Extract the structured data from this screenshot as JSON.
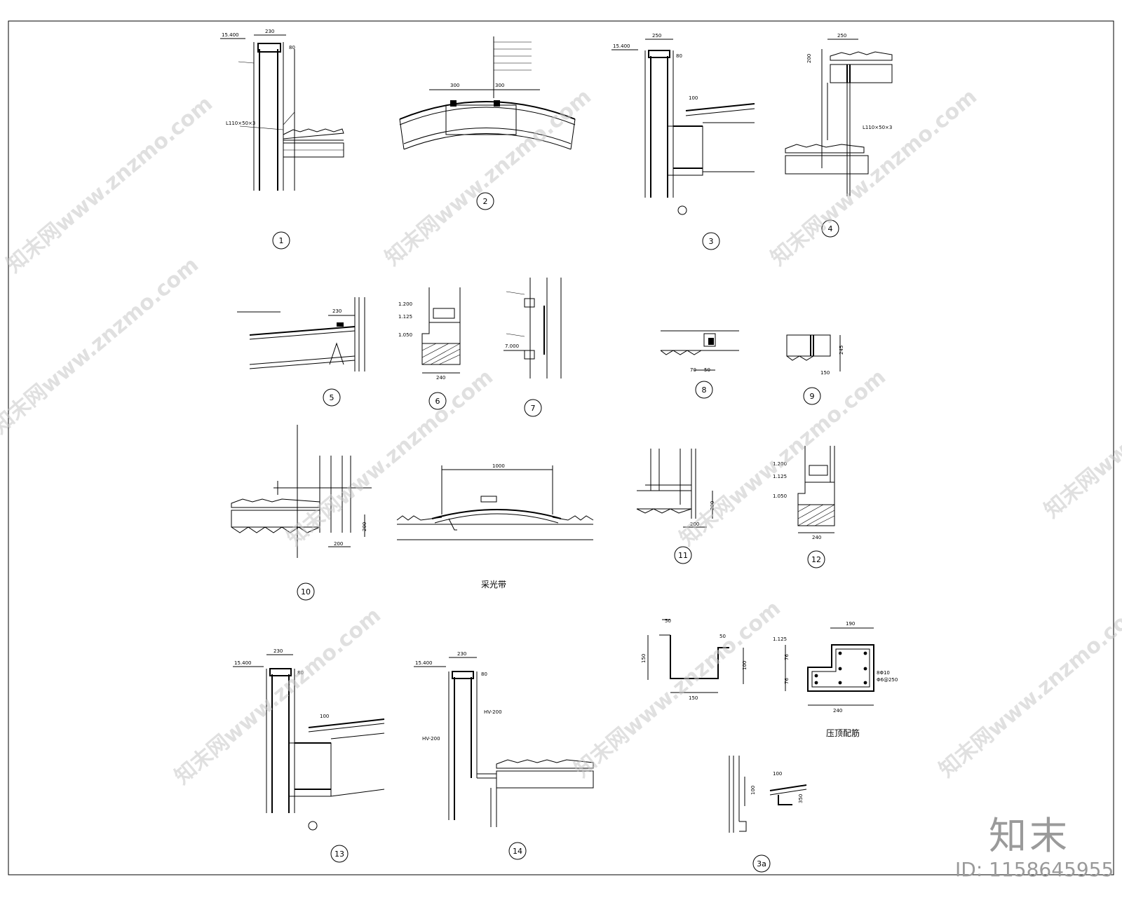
{
  "watermark": {
    "site": "知末网www.znzmo.com",
    "brand": "知末",
    "id_label": "ID: 1158645955"
  },
  "details": [
    {
      "id": "d1",
      "no": "1",
      "texts": [
        "15.400",
        "230",
        "80",
        "L110×50×3"
      ]
    },
    {
      "id": "d2",
      "no": "2",
      "texts": [
        "300",
        "300"
      ]
    },
    {
      "id": "d3",
      "no": "3",
      "texts": [
        "15.400",
        "250",
        "80",
        "100"
      ]
    },
    {
      "id": "d4",
      "no": "4",
      "texts": [
        "250",
        "200",
        "L110×50×3"
      ]
    },
    {
      "id": "d5",
      "no": "5",
      "texts": [
        "230"
      ]
    },
    {
      "id": "d6",
      "no": "6",
      "texts": [
        "1.200",
        "1.125",
        "1.050",
        "240"
      ]
    },
    {
      "id": "d7",
      "no": "7",
      "texts": [
        "7.000"
      ]
    },
    {
      "id": "d8",
      "no": "8",
      "texts": [
        "70",
        "50"
      ]
    },
    {
      "id": "d9",
      "no": "9",
      "texts": [
        "245",
        "150"
      ]
    },
    {
      "id": "d10",
      "no": "10",
      "texts": [
        "200",
        "200"
      ]
    },
    {
      "id": "dskylight",
      "no": "",
      "caption": "采光带",
      "texts": [
        "1000"
      ]
    },
    {
      "id": "d11",
      "no": "11",
      "texts": [
        "200",
        "200"
      ]
    },
    {
      "id": "d12",
      "no": "12",
      "texts": [
        "1.200",
        "1.125",
        "1.050",
        "240"
      ]
    },
    {
      "id": "d13",
      "no": "13",
      "texts": [
        "15.400",
        "230",
        "80",
        "100"
      ]
    },
    {
      "id": "d14",
      "no": "14",
      "texts": [
        "15.400",
        "230",
        "80",
        "HV-200",
        "HV-200"
      ]
    },
    {
      "id": "d3a",
      "no": "3a",
      "texts": [
        "100",
        "100",
        "350"
      ]
    }
  ],
  "sections": [
    {
      "id": "s1",
      "texts": [
        "50",
        "150",
        "50",
        "100",
        "150"
      ]
    },
    {
      "id": "s2",
      "caption": "压顶配筋",
      "texts": [
        "190",
        "1.125",
        "76",
        "76",
        "240",
        "8Φ10",
        "Φ6@250"
      ]
    }
  ]
}
